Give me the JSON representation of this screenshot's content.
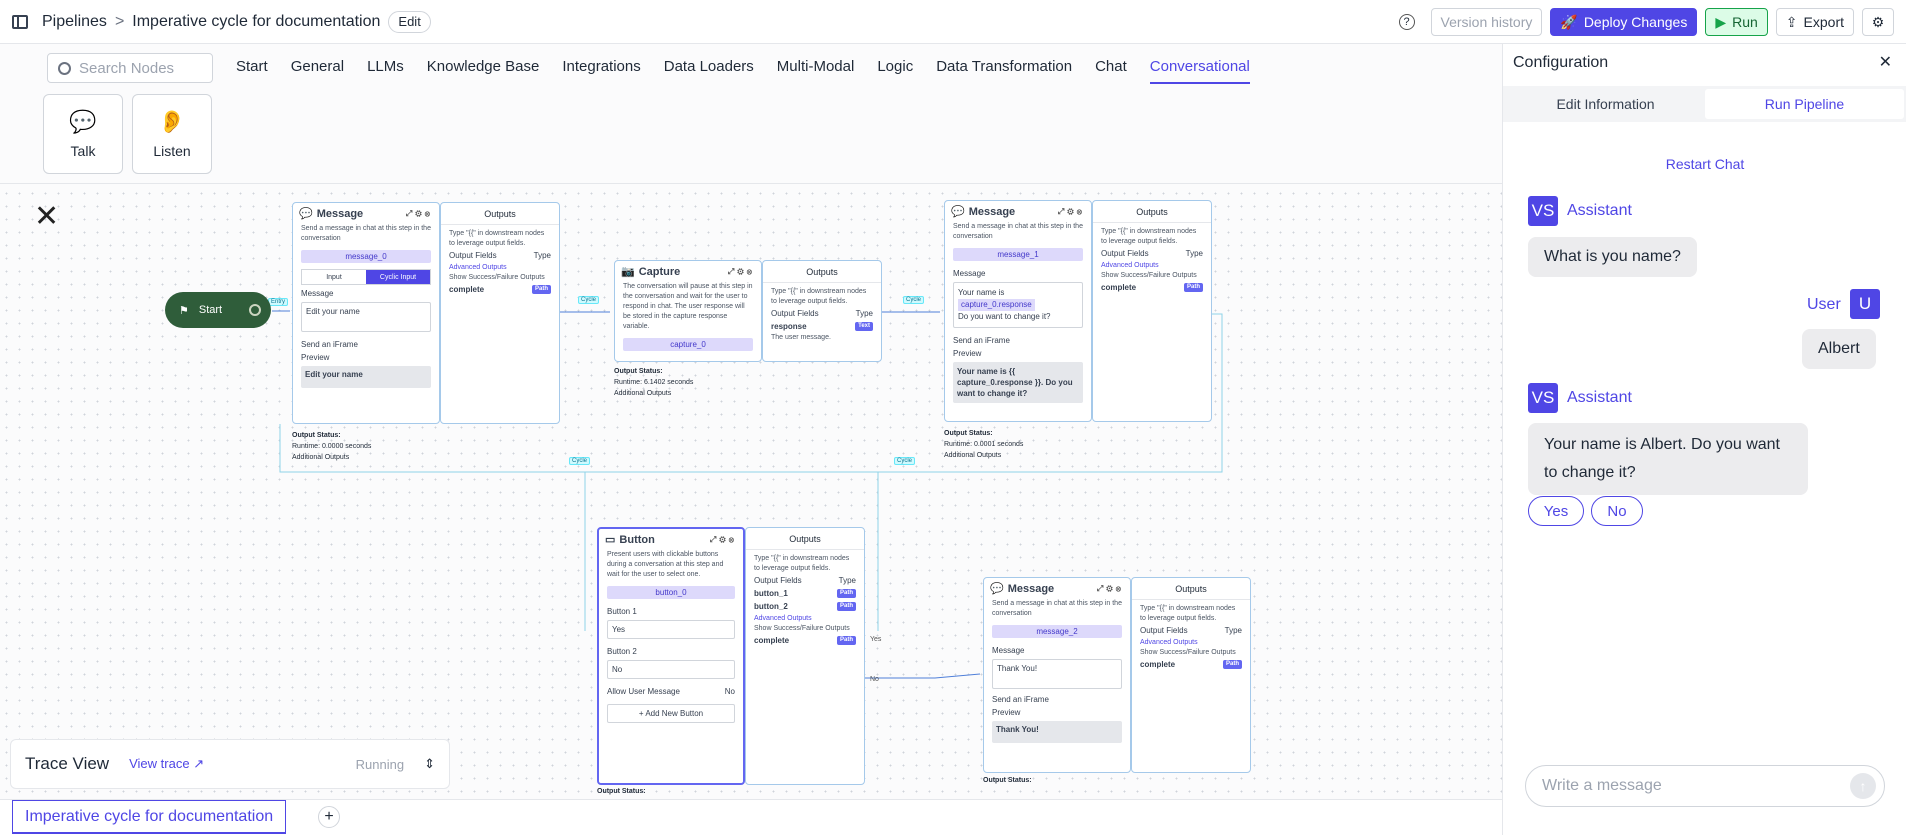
{
  "header": {
    "breadcrumb_root": "Pipelines",
    "separator": ">",
    "title": "Imperative cycle for documentation",
    "edit": "Edit",
    "version_history": "Version history",
    "deploy": "Deploy Changes",
    "run": "Run",
    "export": "Export"
  },
  "toolbar": {
    "search_placeholder": "Search Nodes",
    "tabs": [
      "Start",
      "General",
      "LLMs",
      "Knowledge Base",
      "Integrations",
      "Data Loaders",
      "Multi-Modal",
      "Logic",
      "Data Transformation",
      "Chat",
      "Conversational"
    ],
    "tools": [
      "Talk",
      "Listen"
    ]
  },
  "nodes": {
    "start": {
      "label": "Start"
    },
    "msg0": {
      "title": "Message",
      "desc": "Send a message in chat at this step in the conversation",
      "id": "message_0",
      "tab_input": "Input",
      "tab_cyclic": "Cyclic Input",
      "msg_label": "Message",
      "field": "Edit your name",
      "iframe": "Send an iFrame",
      "preview": "Preview",
      "preview_val": "Edit your name",
      "status": "Output Status:",
      "runtime": "Runtime: 0.0000 seconds",
      "additional": "Additional Outputs"
    },
    "capture": {
      "title": "Capture",
      "desc": "The conversation will pause at this step in the conversation and wait for the user to respond in chat. The user response will be stored in the capture response variable.",
      "id": "capture_0",
      "status": "Output Status:",
      "runtime": "Runtime: 6.1402 seconds",
      "additional": "Additional Outputs"
    },
    "msg1": {
      "title": "Message",
      "desc": "Send a message in chat at this step in the conversation",
      "id": "message_1",
      "msg_label": "Message",
      "field_a": "Your name is",
      "field_b": "capture_0.response",
      "field_c": "Do you want to change it?",
      "iframe": "Send an iFrame",
      "preview": "Preview",
      "preview_val": "Your name is {{ capture_0.response }}. Do you want to change it?",
      "status": "Output Status:",
      "runtime": "Runtime: 0.0001 seconds",
      "additional": "Additional Outputs"
    },
    "button": {
      "title": "Button",
      "desc": "Present users with clickable buttons during a conversation at this step and wait for the user to select one.",
      "id": "button_0",
      "b1": "Button 1",
      "b1v": "Yes",
      "b2": "Button 2",
      "b2v": "No",
      "allow": "Allow User Message",
      "allow_v": "No",
      "add": "+ Add New Button",
      "status": "Output Status:"
    },
    "msg2": {
      "title": "Message",
      "desc": "Send a message in chat at this step in the conversation",
      "id": "message_2",
      "msg_label": "Message",
      "field": "Thank You!",
      "iframe": "Send an iFrame",
      "preview": "Preview",
      "preview_val": "Thank You!",
      "status": "Output Status:"
    }
  },
  "outputs": {
    "title": "Outputs",
    "hint": "Type \"{{\" in downstream nodes to leverage output fields.",
    "fields": "Output Fields",
    "type": "Type",
    "advanced": "Advanced Outputs",
    "show": "Show Success/Failure Outputs",
    "complete": "complete",
    "path": "Path",
    "text": "Text",
    "response": "response",
    "response_desc": "The user message.",
    "button_1": "button_1",
    "button_2": "button_2"
  },
  "edges": {
    "cycle": "Cycle",
    "entry": "Entry",
    "yes": "Yes",
    "no": "No"
  },
  "trace": {
    "title": "Trace View",
    "link": "View trace",
    "status": "Running"
  },
  "tab_footer": {
    "name": "Imperative cycle for documentation",
    "add": "+"
  },
  "panel": {
    "title": "Configuration",
    "tab_edit": "Edit Information",
    "tab_run": "Run Pipeline",
    "restart": "Restart Chat",
    "messages": [
      {
        "role": "Assistant",
        "avatar": "VS",
        "text": "What is you name?"
      },
      {
        "role": "User",
        "avatar": "U",
        "text": "Albert"
      },
      {
        "role": "Assistant",
        "avatar": "VS",
        "text": "Your name is Albert. Do you want to change it?"
      }
    ],
    "choices": [
      "Yes",
      "No"
    ],
    "input_placeholder": "Write a message"
  },
  "colors": {
    "accent": "#4f46e5",
    "deploy": "#4f46e5",
    "run": "#16a34a",
    "start_node": "#2f5d3a"
  }
}
